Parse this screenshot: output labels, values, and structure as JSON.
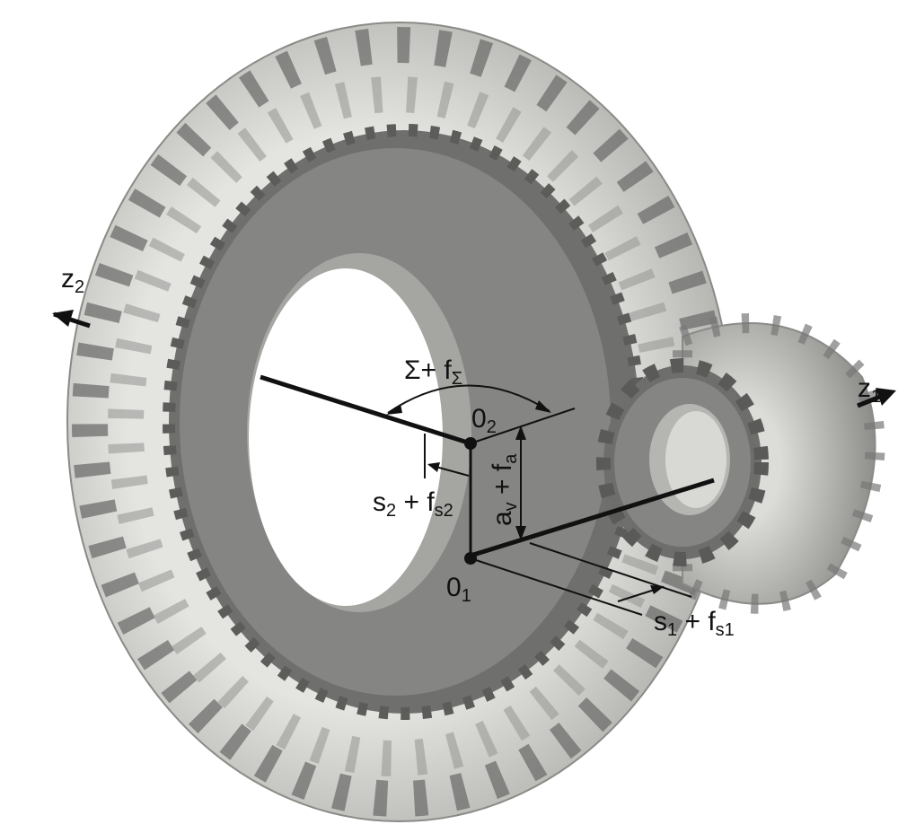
{
  "figure": {
    "labels": {
      "z2": {
        "base": "z",
        "sub": "2"
      },
      "z1": {
        "base": "z",
        "sub": "1"
      },
      "shaft_angle": {
        "base": "Σ+ f",
        "sub": "Σ"
      },
      "o2": {
        "base": "0",
        "sub": "2"
      },
      "o1": {
        "base": "0",
        "sub": "1"
      },
      "s2": {
        "base": "s",
        "sub": "2",
        "mid": " + f",
        "sub2": "s2"
      },
      "s1": {
        "base": "s",
        "sub": "1",
        "mid": " + f",
        "sub2": "s1"
      },
      "offset": {
        "base": "a",
        "sub": "v",
        "mid": " + f",
        "sub2": "a"
      }
    },
    "colors": {
      "gear_light": "#c9c9c5",
      "gear_dark": "#7d7d7b",
      "face": "#858583",
      "line": "#111111"
    }
  }
}
